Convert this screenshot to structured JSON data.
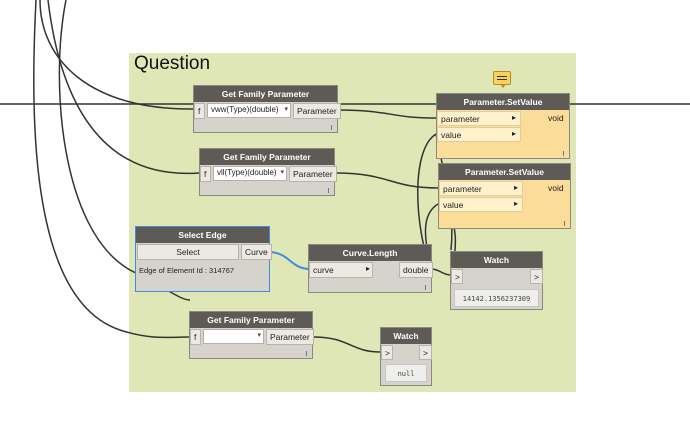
{
  "group": {
    "title": "Question",
    "color": "#dfe7b6"
  },
  "nodes": {
    "gfp1": {
      "title": "Get Family Parameter",
      "in_label": "f",
      "dropdown": "vww(Type)(double)",
      "out_label": "Parameter"
    },
    "gfp2": {
      "title": "Get Family Parameter",
      "in_label": "f",
      "dropdown": "vll(Type)(double)",
      "out_label": "Parameter"
    },
    "gfp3": {
      "title": "Get Family Parameter",
      "in_label": "f",
      "dropdown": "",
      "out_label": "Parameter"
    },
    "setvalue1": {
      "title": "Parameter.SetValue",
      "in1": "parameter",
      "in2": "value",
      "out": "void"
    },
    "setvalue2": {
      "title": "Parameter.SetValue",
      "in1": "parameter",
      "in2": "value",
      "out": "void"
    },
    "select_edge": {
      "title": "Select Edge",
      "button": "Select",
      "out_label": "Curve",
      "info": "Edge of Element Id : 314767"
    },
    "curve_length": {
      "title": "Curve.Length",
      "in_label": "curve",
      "out_label": "double"
    },
    "watch1": {
      "title": "Watch",
      "in_label": ">",
      "out_label": ">",
      "value": "14142.1356237309"
    },
    "watch2": {
      "title": "Watch",
      "in_label": ">",
      "out_label": ">",
      "value": "null"
    }
  },
  "icons": {
    "note": "note-icon"
  },
  "colors": {
    "header": "#5e5b57",
    "node_body": "#d6d3cd",
    "orange_body": "#fbdc98",
    "wire": "#333333",
    "selected_wire": "#3e8ee0"
  }
}
